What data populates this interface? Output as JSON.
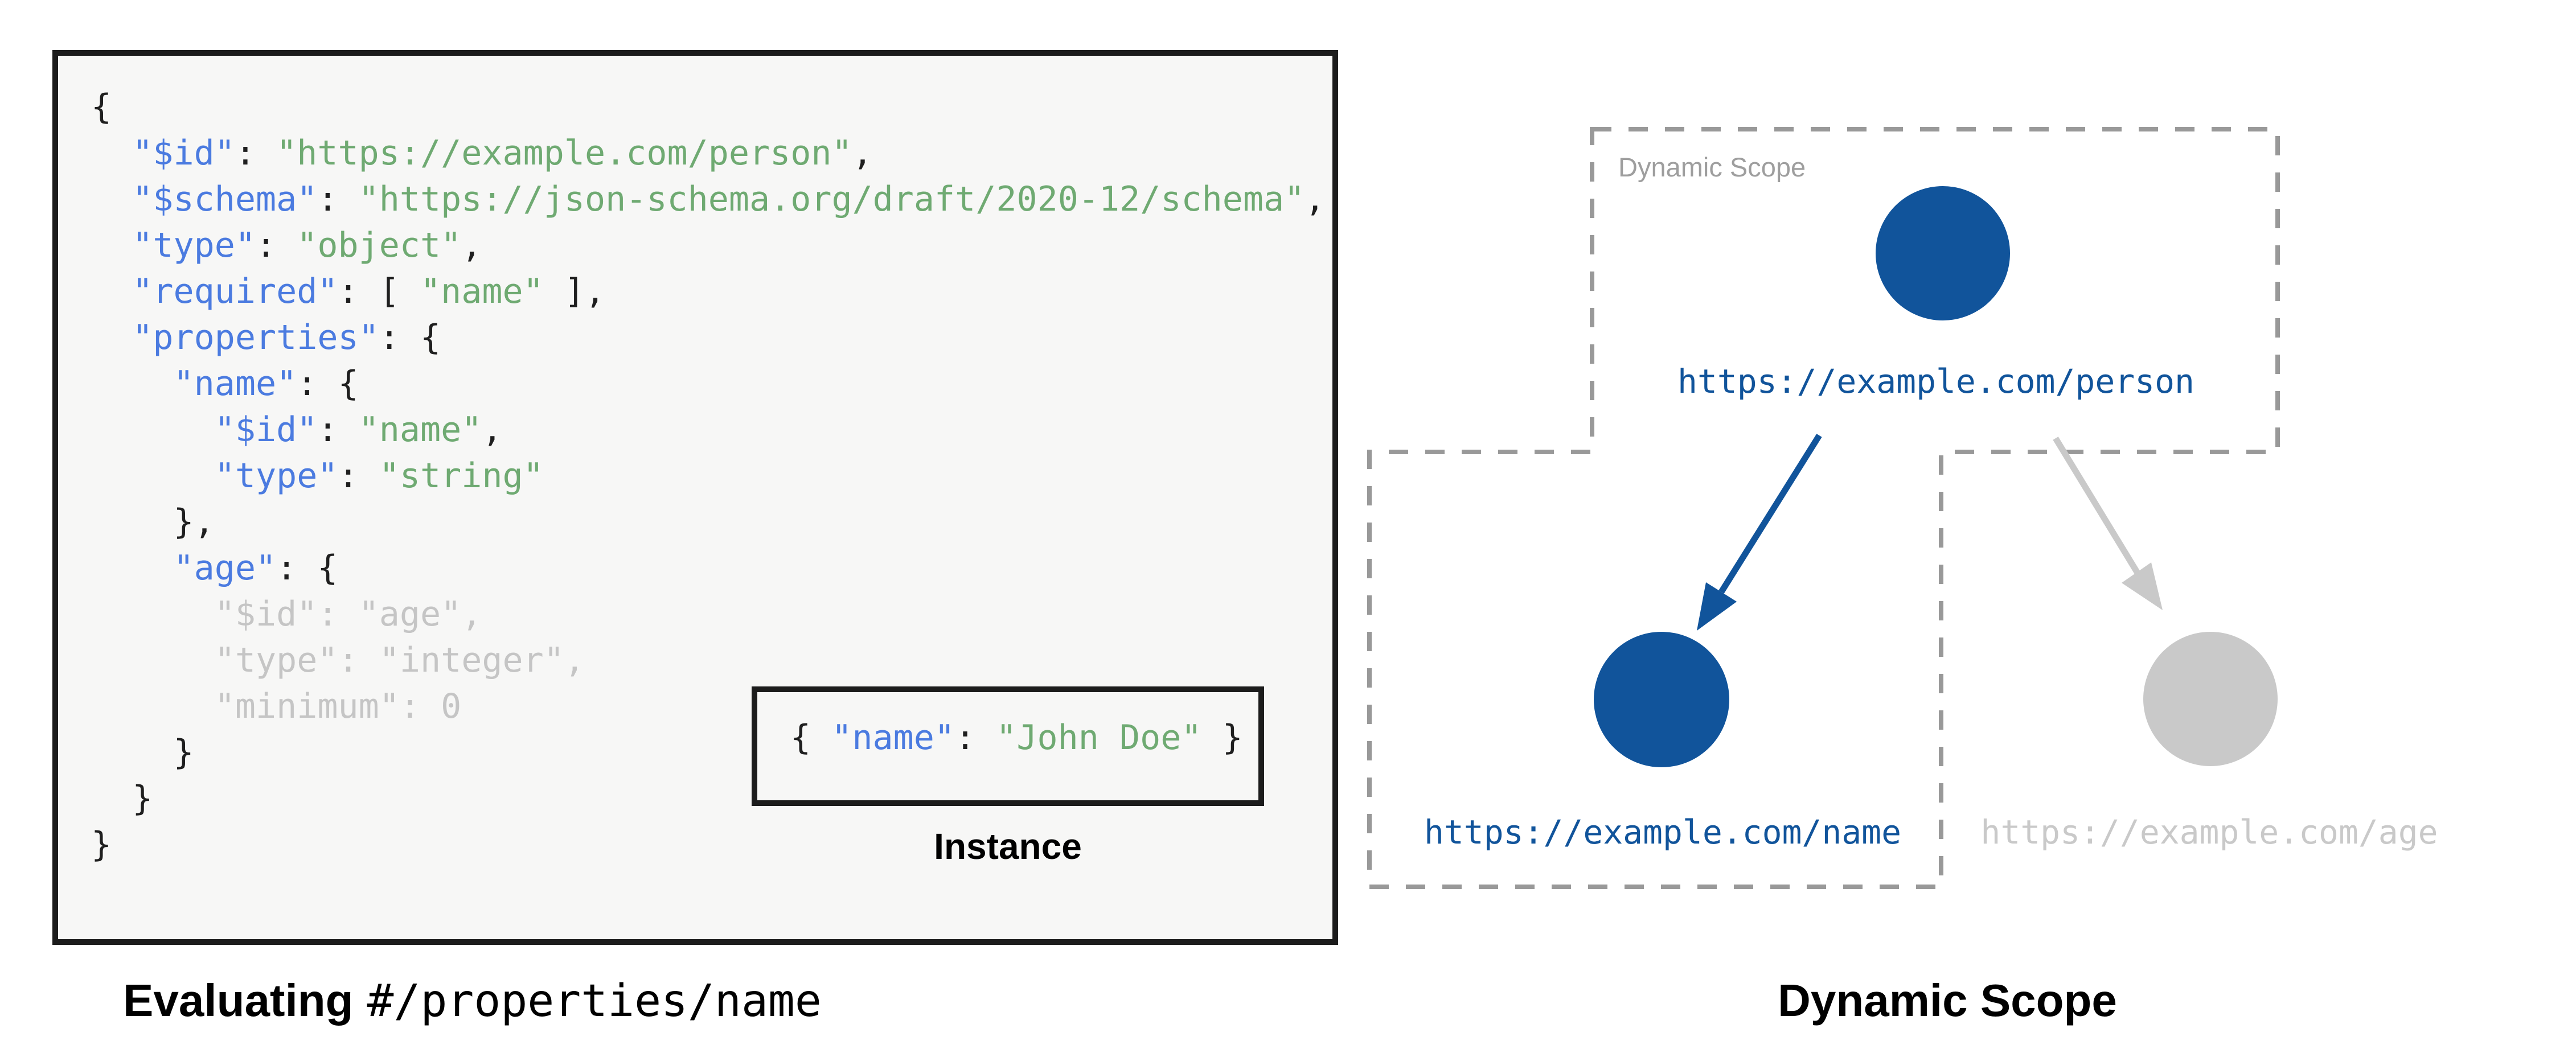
{
  "figure": {
    "schema_panel": {
      "code_lines": [
        [
          {
            "t": "{",
            "c": "p"
          }
        ],
        [
          {
            "t": "  ",
            "c": "p"
          },
          {
            "t": "\"$id\"",
            "c": "k"
          },
          {
            "t": ": ",
            "c": "p"
          },
          {
            "t": "\"https://example.com/person\"",
            "c": "s"
          },
          {
            "t": ",",
            "c": "p"
          }
        ],
        [
          {
            "t": "  ",
            "c": "p"
          },
          {
            "t": "\"$schema\"",
            "c": "k"
          },
          {
            "t": ": ",
            "c": "p"
          },
          {
            "t": "\"https://json-schema.org/draft/2020-12/schema\"",
            "c": "s"
          },
          {
            "t": ",",
            "c": "p"
          }
        ],
        [
          {
            "t": "  ",
            "c": "p"
          },
          {
            "t": "\"type\"",
            "c": "k"
          },
          {
            "t": ": ",
            "c": "p"
          },
          {
            "t": "\"object\"",
            "c": "s"
          },
          {
            "t": ",",
            "c": "p"
          }
        ],
        [
          {
            "t": "  ",
            "c": "p"
          },
          {
            "t": "\"required\"",
            "c": "k"
          },
          {
            "t": ": [ ",
            "c": "p"
          },
          {
            "t": "\"name\"",
            "c": "s"
          },
          {
            "t": " ],",
            "c": "p"
          }
        ],
        [
          {
            "t": "  ",
            "c": "p"
          },
          {
            "t": "\"properties\"",
            "c": "k"
          },
          {
            "t": ": {",
            "c": "p"
          }
        ],
        [
          {
            "t": "    ",
            "c": "p"
          },
          {
            "t": "\"name\"",
            "c": "k"
          },
          {
            "t": ": {",
            "c": "p"
          }
        ],
        [
          {
            "t": "      ",
            "c": "p"
          },
          {
            "t": "\"$id\"",
            "c": "k"
          },
          {
            "t": ": ",
            "c": "p"
          },
          {
            "t": "\"name\"",
            "c": "s"
          },
          {
            "t": ",",
            "c": "p"
          }
        ],
        [
          {
            "t": "      ",
            "c": "p"
          },
          {
            "t": "\"type\"",
            "c": "k"
          },
          {
            "t": ": ",
            "c": "p"
          },
          {
            "t": "\"string\"",
            "c": "s"
          }
        ],
        [
          {
            "t": "    },",
            "c": "p"
          }
        ],
        [
          {
            "t": "    ",
            "c": "p"
          },
          {
            "t": "\"age\"",
            "c": "k"
          },
          {
            "t": ": {",
            "c": "p"
          }
        ],
        [
          {
            "t": "      \"$id\": \"age\",",
            "c": "g"
          }
        ],
        [
          {
            "t": "      \"type\": \"integer\",",
            "c": "g"
          }
        ],
        [
          {
            "t": "      \"minimum\": 0",
            "c": "g"
          }
        ],
        [
          {
            "t": "    }",
            "c": "p"
          }
        ],
        [
          {
            "t": "  }",
            "c": "p"
          }
        ],
        [
          {
            "t": "}",
            "c": "p"
          }
        ]
      ],
      "instance": {
        "code": [
          {
            "t": "{ ",
            "c": "p"
          },
          {
            "t": "\"name\"",
            "c": "k"
          },
          {
            "t": ": ",
            "c": "p"
          },
          {
            "t": "\"John Doe\"",
            "c": "s"
          },
          {
            "t": " }",
            "c": "p"
          }
        ],
        "label": "Instance"
      },
      "caption_bold": "Evaluating",
      "caption_mono": "#/properties/name"
    },
    "scope_diagram": {
      "scope_label": "Dynamic Scope",
      "caption": "Dynamic Scope",
      "person_url": "https://example.com/person",
      "name_url": "https://example.com/name",
      "age_url": "https://example.com/age"
    },
    "colors": {
      "key_blue": "#4b7be0",
      "string_green": "#6faa72",
      "muted_gray": "#c5c5c5",
      "node_blue": "#11549b",
      "inactive_gray": "#c9c9c9",
      "dash_gray": "#999999",
      "panel_bg": "#f7f7f6",
      "border_black": "#1c1c1c"
    }
  }
}
